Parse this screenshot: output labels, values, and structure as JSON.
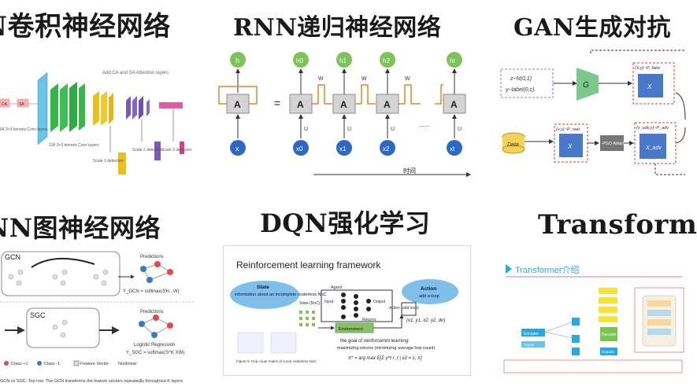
{
  "titles": {
    "cnn": "N卷积神经网络",
    "rnn": "RNN递归神经网络",
    "gan": "GAN生成对抗",
    "gnn": "NN图神经网络",
    "dqn": "DQN强化学习",
    "transformer": "Transform"
  },
  "cnn": {
    "header": "Add CA and SA Attention layers",
    "labels": [
      "CA",
      "SA",
      "64 3×3 kernels Conv layers",
      "128 3×3 kernels Conv layers",
      "Scale 1 detection",
      "Scale 2 detection",
      "Scale 3 detection"
    ]
  },
  "rnn": {
    "h_left": "h",
    "h_nodes": [
      "h0",
      "h1",
      "h2",
      "ht"
    ],
    "x_left": "x",
    "x_nodes": [
      "x0",
      "x1",
      "x2",
      "xt"
    ],
    "cell": "A",
    "equals": "=",
    "w": "W",
    "u": "U",
    "dots": "......",
    "time": "时间"
  },
  "gan": {
    "input1": "z~N(0,1)",
    "input2": "y~label(0,c)",
    "generator": "G",
    "fake_pair": "(X,y)~P_fake",
    "x": "X",
    "data": "Data",
    "real_pair": "(x,y)~P_real",
    "attack": "PGD Attack",
    "adv_pair": "(x_adv,y)~P_adv",
    "x_adv": "X_adv"
  },
  "gnn": {
    "gcn": "GCN",
    "sgc": "SGC",
    "predictions": "Predictions",
    "logistic": "Logistic Regression",
    "gcn_formula": "Y_GCN = softmax(SH...W)",
    "sgc_formula": "Y_SGC = softmax(S^K XW)",
    "legend": [
      "Class +1",
      "Class -1",
      "Feature Vector",
      "Nonlinear"
    ],
    "caption": "GCN vs SGC. Top row: The GCN transforms the feature vectors repeatedly throughout K layers"
  },
  "dqn": {
    "heading": "Reinforcement learning framework",
    "state_title": "State",
    "state_text": "information about an incomplete routerless NoC",
    "action_title": "Action",
    "action_text": "add a loop",
    "agent": "Agent",
    "input": "Input",
    "output": "Output",
    "returns": "Returns",
    "environment": "Environment",
    "state_noc": "State (NoC)",
    "action_box": "Action (add loop)",
    "tuple": "(x1, y1, x2, y2, dir)",
    "goal_title": "the goal of reinforcemnt learning:",
    "goal_text": "maximizing returns (minimizing average hop count)",
    "formula": "π* = arg max E[Σ γ^t r_t | s0 = s, π]",
    "figure_caption": "Figure 5: Hop count matrix of a 2x2 routerless NoC"
  },
  "transformer": {
    "header": "Transformer介绍",
    "encoder": "Encoder",
    "decoder": "Decoder",
    "inputs": "Inputs",
    "outputs": "Outputs"
  },
  "colors": {
    "cnn_cyan": "#6cc4e4",
    "cnn_green": "#35b54a",
    "cnn_yellow": "#e9c01c",
    "cnn_purple": "#7a5ab5",
    "cnn_pink": "#d8408e",
    "rnn_green": "#7dc25a",
    "rnn_blue": "#2c68c4",
    "rnn_orange": "#e8862a",
    "gan_purple": "#9b6fc9",
    "gan_red": "#d83a3a",
    "gan_blue": "#4a78c9",
    "trans_blue": "#2aa8e0"
  }
}
